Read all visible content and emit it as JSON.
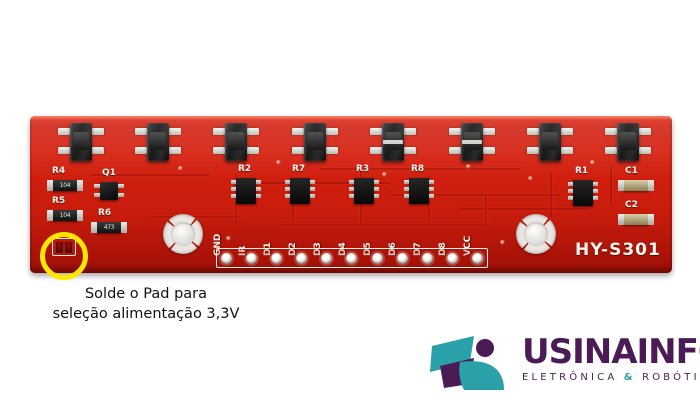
{
  "scene": {
    "type": "product-photo-annotated",
    "background_color": "#ffffff"
  },
  "pcb": {
    "board_name": "HY-S301",
    "board_color": "#d6200f",
    "sensor_count": 8,
    "component_labels": [
      {
        "ref": "R4"
      },
      {
        "ref": "R5"
      },
      {
        "ref": "R6"
      },
      {
        "ref": "Q1"
      },
      {
        "ref": "R2"
      },
      {
        "ref": "R7"
      },
      {
        "ref": "R3"
      },
      {
        "ref": "R8"
      },
      {
        "ref": "R1"
      },
      {
        "ref": "C1"
      },
      {
        "ref": "C2"
      }
    ],
    "resistor_codes": {
      "r4": "104",
      "r5": "104",
      "r6": "473"
    },
    "pin_labels": [
      "GND",
      "IR",
      "D1",
      "D2",
      "D3",
      "D4",
      "D5",
      "D6",
      "D7",
      "D8",
      "VCC"
    ],
    "mounting_holes": 2
  },
  "annotation": {
    "highlight_color": "#ffe600",
    "highlight_shape": "circle",
    "highlight_target": "solder-pad",
    "caption_line1": "Solde o Pad para",
    "caption_line2": "seleção alimentação 3,3V",
    "caption_color": "#111111"
  },
  "logo": {
    "word": "USINAINFO",
    "tagline_before": "ELETRÔNICA ",
    "tagline_amp": "&",
    "tagline_after": " ROBÓTICA",
    "purple": "#4b1b55",
    "teal": "#2aa0a8"
  }
}
